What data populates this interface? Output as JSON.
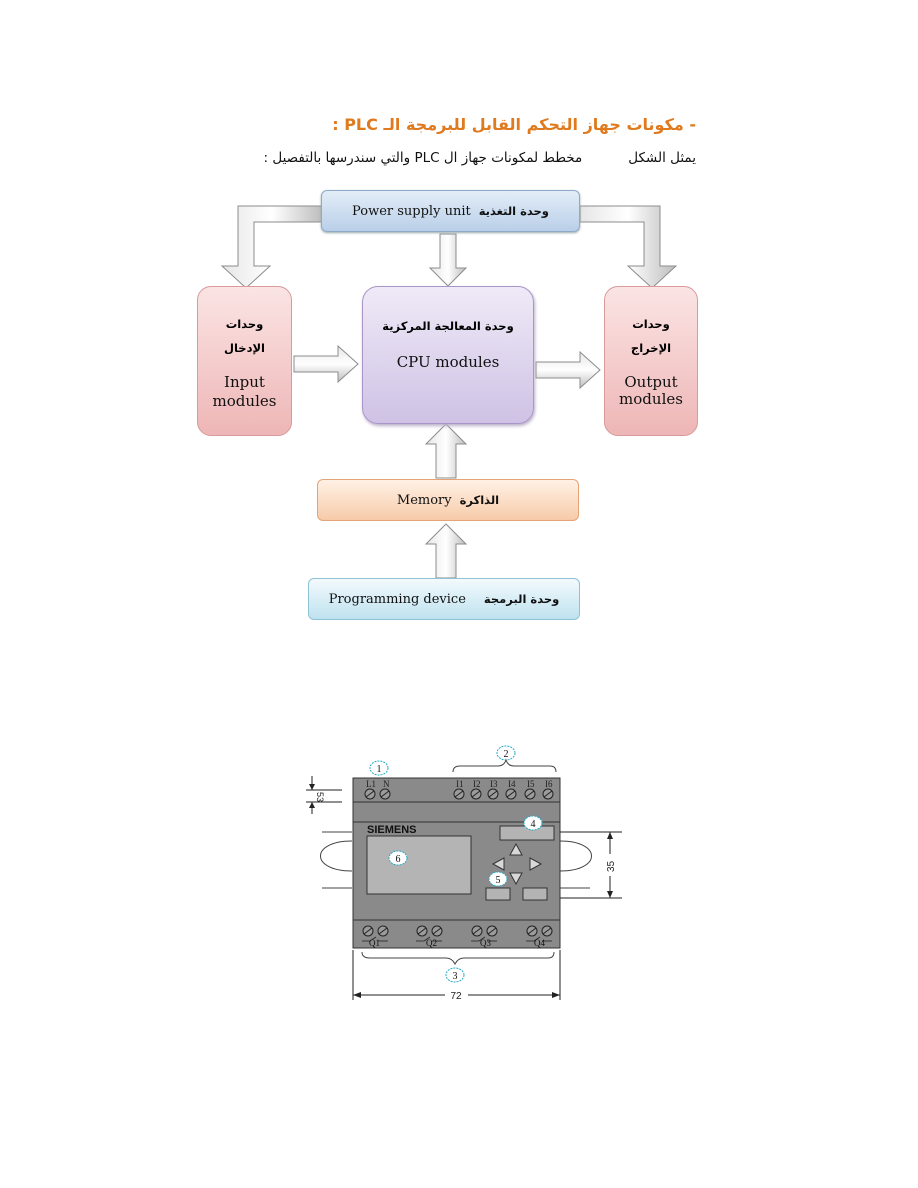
{
  "document": {
    "heading": "- مكونات جهاز التحكم القابل للبرمجة الـ PLC :",
    "intro_part1": "يمثل الشكل",
    "intro_part2": "مخطط  لمكونات جهاز ال PLC والتي سندرسها بالتفصيل :"
  },
  "block_diagram": {
    "power": {
      "en": "Power supply unit",
      "ar": "وحدة التغذية"
    },
    "input": {
      "ar_line1": "وحدات",
      "ar_line2": "الإدخال",
      "en_line1": "Input",
      "en_line2": "modules"
    },
    "cpu": {
      "ar": "وحدة المعالجة المركزية",
      "en": "CPU modules"
    },
    "output": {
      "ar_line1": "وحدات",
      "ar_line2": "الإخراج",
      "en_line1": "Output",
      "en_line2": "modules"
    },
    "memory": {
      "en": "Memory",
      "ar": "الذاكرة"
    },
    "programming": {
      "en": "Programming device",
      "ar": "وحدة البرمجة"
    }
  },
  "plc_drawing": {
    "brand": "SIEMENS",
    "callouts": [
      "1",
      "2",
      "3",
      "4",
      "5",
      "6"
    ],
    "top_terminals": [
      "L1",
      "N",
      "I1",
      "I2",
      "I3",
      "I4",
      "I5",
      "I6"
    ],
    "bottom_terminals": [
      "Q1",
      "Q2",
      "Q3",
      "Q4"
    ],
    "dim_width": "72",
    "dim_height": "35",
    "dim_small": "53"
  },
  "colors": {
    "heading": "#e07a1f",
    "power_bar": "#c9dcf0",
    "input_output_box": "#f2c6c6",
    "cpu_box": "#dcd2ec",
    "memory_bar": "#fbdcc4",
    "programming_bar": "#d6ecf5",
    "device_body": "#8a8a8a"
  }
}
